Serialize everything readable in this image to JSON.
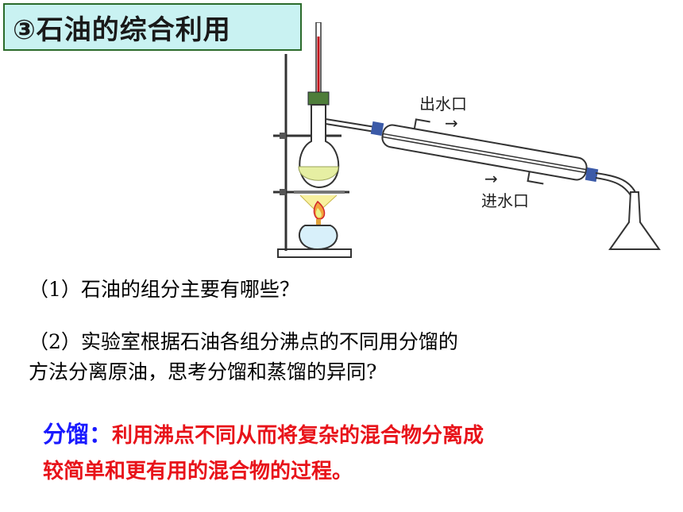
{
  "title": "③石油的综合利用",
  "apparatus": {
    "outlet_label": "出水口",
    "inlet_label": "进水口",
    "arrow": "→"
  },
  "questions": {
    "q1": "（1）石油的组分主要有哪些？",
    "q2_line1": "（2）实验室根据石油各组分沸点的不同用分馏的",
    "q2_line2": "方法分离原油，思考分馏和蒸馏的异同?"
  },
  "definition": {
    "term": "分馏：",
    "line1": "利用沸点不同从而将复杂的混合物分离成",
    "line2": "较简单和更有用的混合物的过程。"
  },
  "colors": {
    "title_bg": "#c9f2f2",
    "definition_text": "#e8131a",
    "definition_term": "#1a1aff"
  }
}
